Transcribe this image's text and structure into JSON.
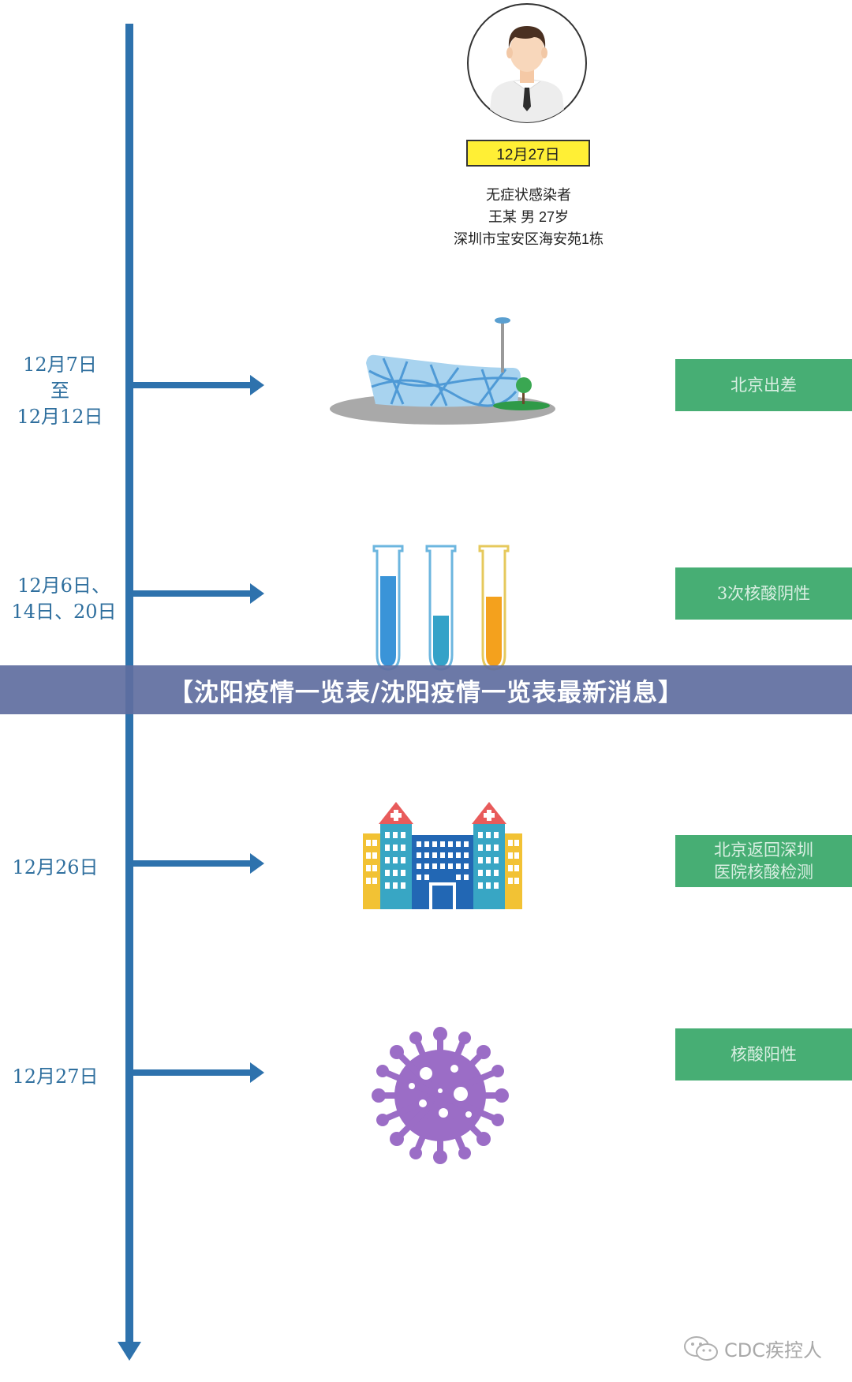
{
  "person": {
    "date": "12月27日",
    "line1": "无症状感染者",
    "line2": "王某 男 27岁",
    "line3": "深圳市宝安区海安苑1栋"
  },
  "timeline": [
    {
      "date_lines": [
        "12月7日",
        "至",
        "12月12日"
      ],
      "event": "北京出差",
      "icon": "stadium-icon"
    },
    {
      "date_lines": [
        "12月6日、",
        "14日、20日"
      ],
      "event": "3次核酸阴性",
      "icon": "test-tubes-icon"
    },
    {
      "date_lines": [
        "12月26日"
      ],
      "event_lines": [
        "北京返回深圳",
        "医院核酸检测"
      ],
      "icon": "hospital-icon"
    },
    {
      "date_lines": [
        "12月27日"
      ],
      "event": "核酸阳性",
      "icon": "virus-icon"
    }
  ],
  "caption": "【沈阳疫情一览表/沈阳疫情一览表最新消息】",
  "watermark": "CDC疾控人",
  "colors": {
    "timeline": "#2e72ad",
    "event_box": "#47ae74",
    "date_tag": "#ffef35",
    "banner": "#606ea0",
    "virus": "#9b6dc6"
  }
}
